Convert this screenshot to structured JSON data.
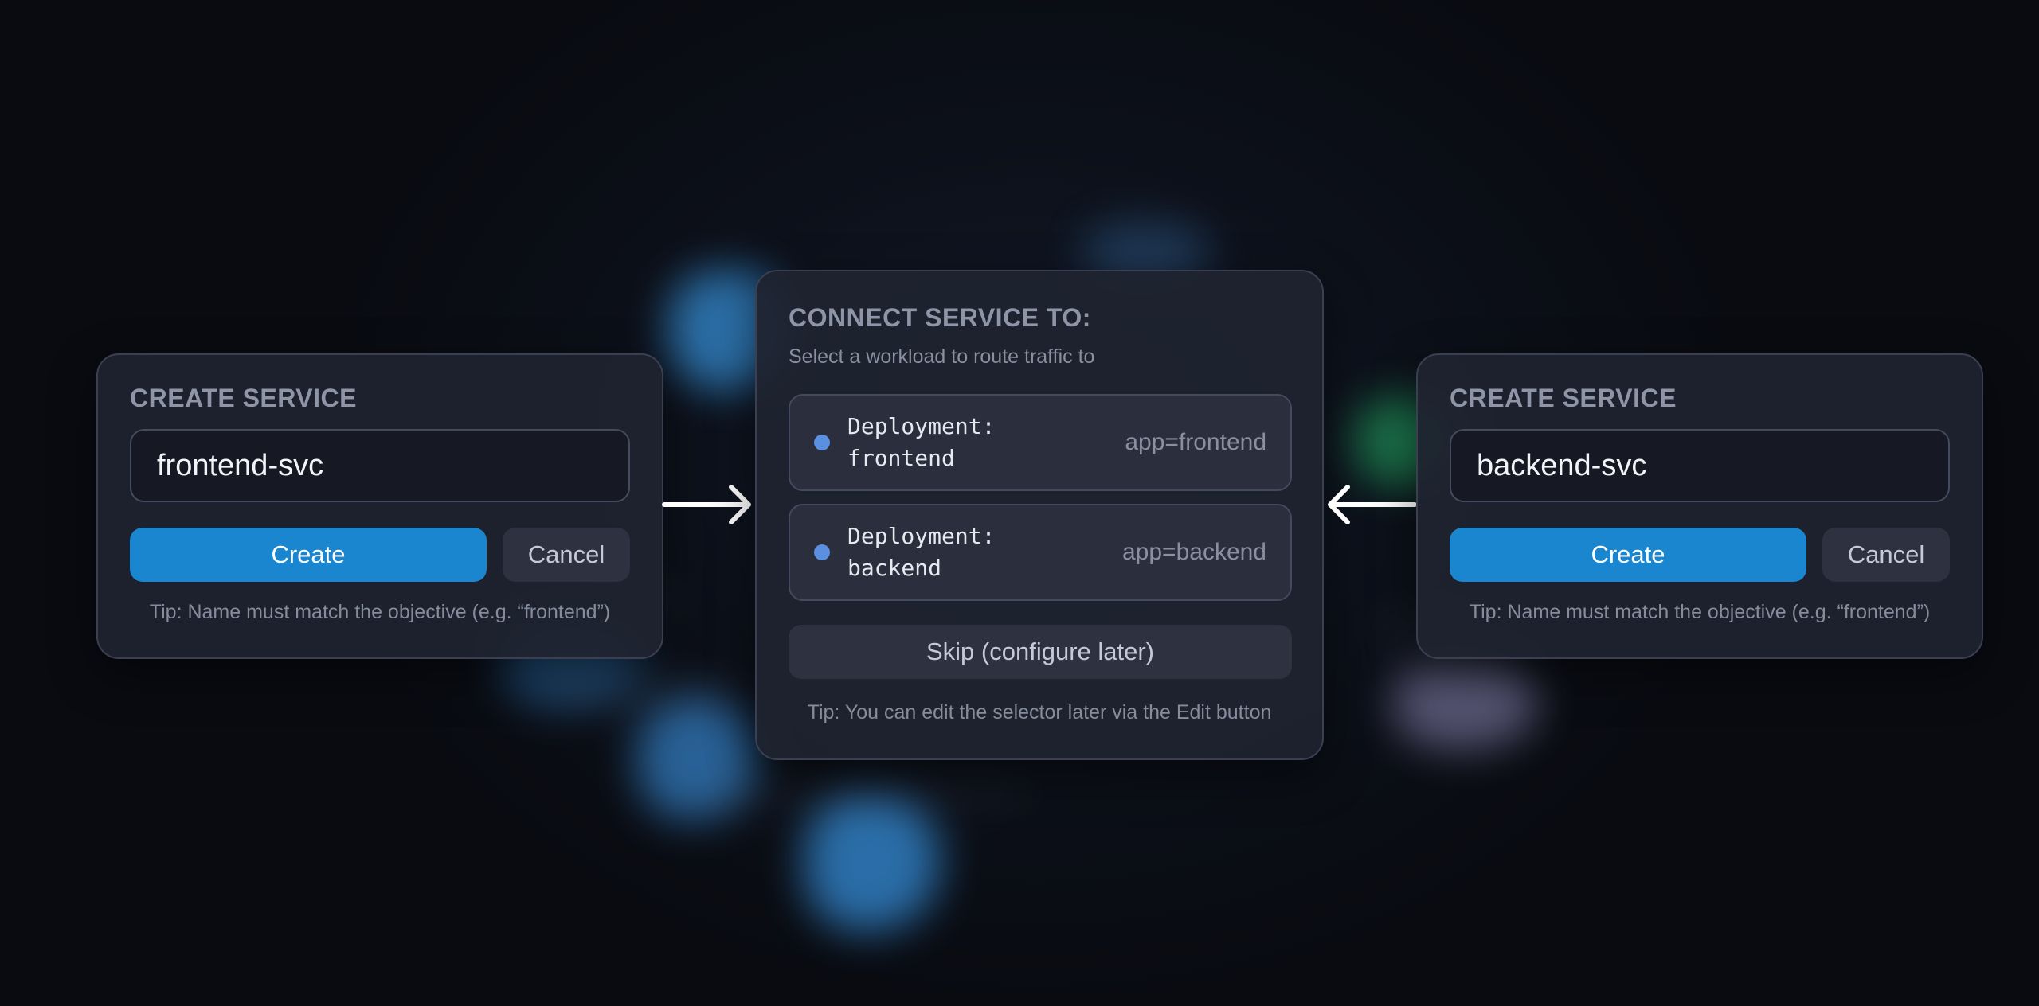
{
  "left_panel": {
    "title": "CREATE SERVICE",
    "input_value": "frontend-svc",
    "create_label": "Create",
    "cancel_label": "Cancel",
    "tip": "Tip: Name must match the objective (e.g. “frontend”)"
  },
  "connect_panel": {
    "title": "CONNECT SERVICE TO:",
    "subtitle": "Select a workload to route traffic to",
    "workloads": [
      {
        "kind": "Deployment:",
        "name": "frontend",
        "selector": "app=frontend"
      },
      {
        "kind": "Deployment:",
        "name": "backend",
        "selector": "app=backend"
      }
    ],
    "skip_label": "Skip (configure later)",
    "tip": "Tip: You can edit the selector later via the Edit button"
  },
  "right_panel": {
    "title": "CREATE SERVICE",
    "input_value": "backend-svc",
    "create_label": "Create",
    "cancel_label": "Cancel",
    "tip": "Tip: Name must match the objective (e.g. “frontend”)"
  },
  "colors": {
    "primary_button": "#1a86d0",
    "workload_dot": "#5b8fe0",
    "panel_bg": "#1f2330"
  },
  "icons": {
    "left_arrow": "arrow-right-icon",
    "right_arrow": "arrow-left-icon",
    "workload_marker": "dot-icon"
  }
}
